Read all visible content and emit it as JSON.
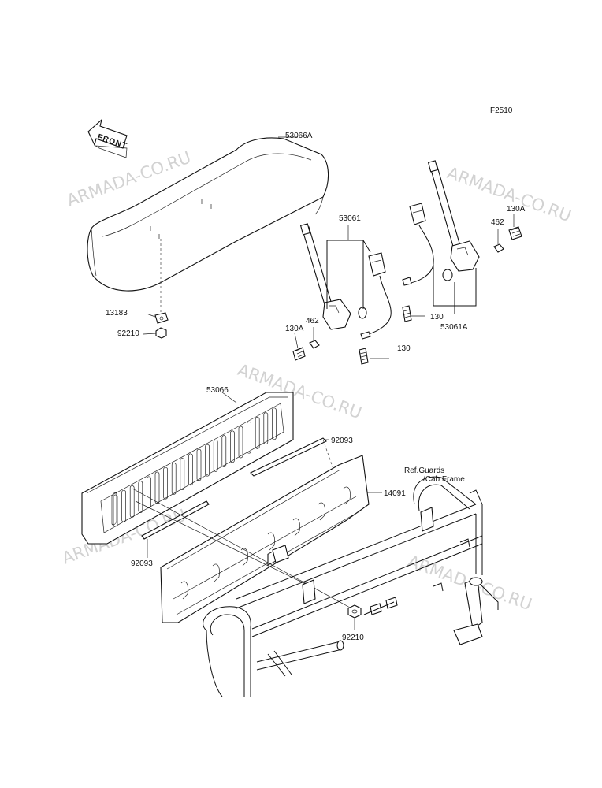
{
  "figure_code": "F2510",
  "front_arrow_label": "FRONT",
  "watermark": "ARMADA-CO.RU",
  "labels": {
    "seat_cushion": "53066A",
    "belt_assy_left": "53061",
    "belt_assy_right": "53061A",
    "bolt_130a_left": "130A",
    "bolt_130a_right": "130A",
    "washer_462_left": "462",
    "washer_462_right": "462",
    "bolt_130_upper": "130",
    "bolt_130_lower": "130",
    "bracket_13183": "13183",
    "nut_92210_upper": "92210",
    "nut_92210_lower": "92210",
    "backrest": "53066",
    "strip_92093_upper": "92093",
    "strip_92093_lower": "92093",
    "panel_14091": "14091",
    "ref_guards_line1": "Ref.Guards",
    "ref_guards_line2": "/Cab Frame"
  }
}
